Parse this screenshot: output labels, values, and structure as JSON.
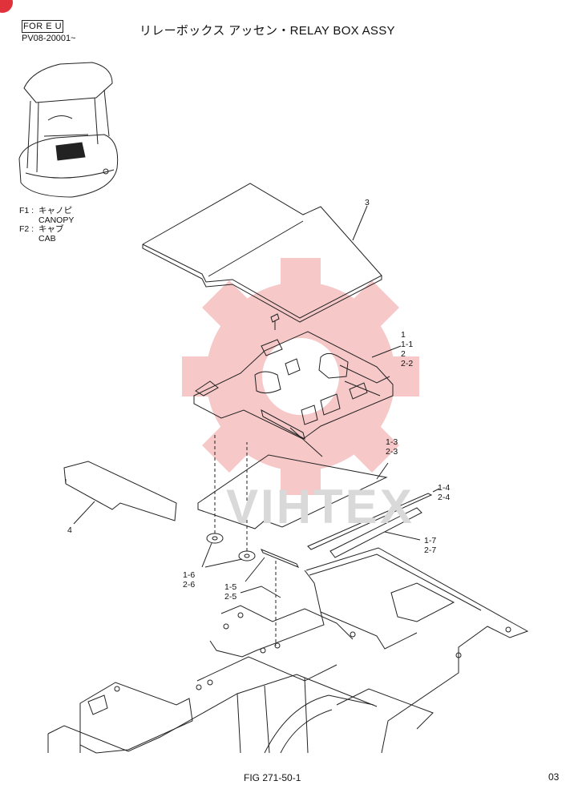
{
  "header": {
    "region_label": "FOR E U",
    "serial_range": "PV08-20001~",
    "title": "リレーボックス アッセン・RELAY BOX ASSY"
  },
  "legend": {
    "f1_code": "F1 :",
    "f1_jp": "キャノピ",
    "f1_en": "CANOPY",
    "f2_code": "F2 :",
    "f2_jp": "キャブ",
    "f2_en": "CAB"
  },
  "callouts": {
    "c3": "3",
    "c1": [
      "1",
      "1-1",
      "2",
      "2-2"
    ],
    "c13": [
      "1-3",
      "2-3"
    ],
    "c14": [
      "1-4",
      "2-4"
    ],
    "c17": [
      "1-7",
      "2-7"
    ],
    "c4": "4",
    "c16": [
      "1-6",
      "2-6"
    ],
    "c15": [
      "1-5",
      "2-5"
    ]
  },
  "watermark": "VIHTEX",
  "footer": {
    "figure_number": "FIG 271-50-1",
    "page_number": "03"
  },
  "colors": {
    "watermark_gear": "#f5b6b6",
    "brand_dot": "#e0323a"
  }
}
